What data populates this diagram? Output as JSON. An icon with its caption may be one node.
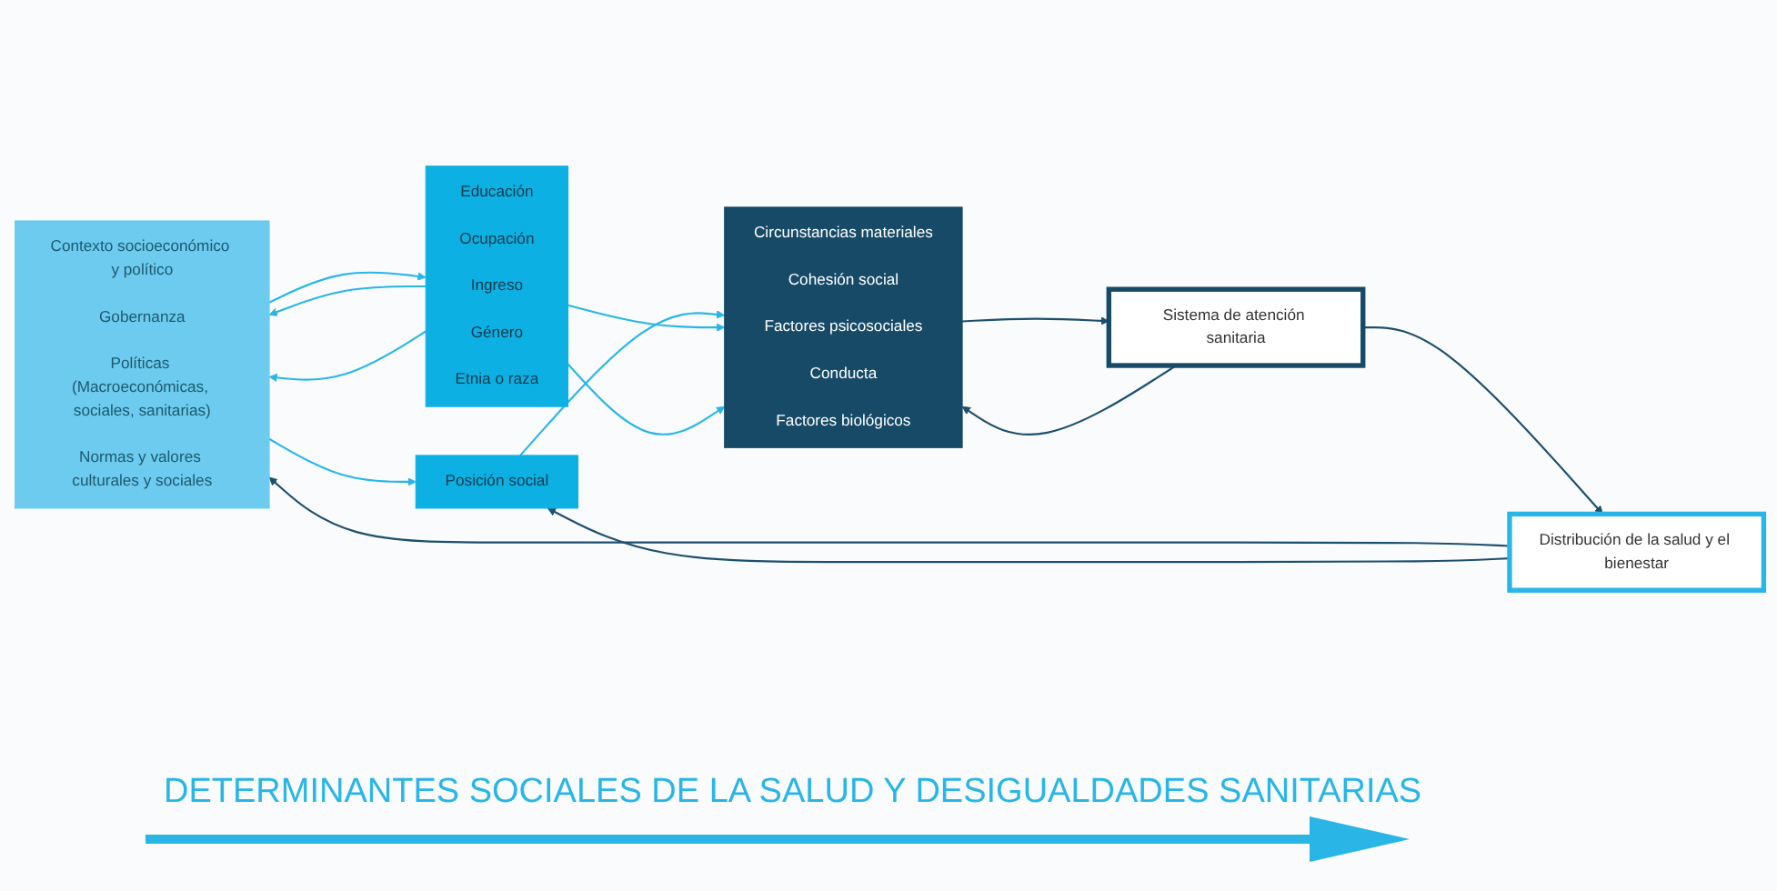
{
  "diagram": {
    "nodes": [
      {
        "text": [
          "Contexto socioeconómico y político",
          "Gobernanza",
          "Políticas (Macroeconómicas, sociales, sanitarias)",
          "Normas y valores culturales y sociales"
        ]
      },
      {
        "text": [
          "Posición social"
        ]
      },
      {
        "text": [
          "Educación",
          "Ocupación",
          "Ingreso",
          "Género",
          "Etnia o raza"
        ]
      },
      {
        "text": [
          "Circunstancias materiales",
          "Cohesión social",
          "Factores psicosociales",
          "Conducta",
          "Factores biológicos"
        ]
      },
      {
        "text": [
          "Sistema de atención sanitaria"
        ]
      },
      {
        "text": [
          "Distribución de la salud y el bienestar"
        ]
      }
    ],
    "edges": [
      {
        "from": 0,
        "to": 1,
        "arrow": "to"
      },
      {
        "from": 2,
        "to": 0,
        "arrow": "to"
      },
      {
        "from": 0,
        "to": 2,
        "arrow": "to"
      },
      {
        "from": 2,
        "to": 0,
        "arrow": "to"
      },
      {
        "from": 1,
        "to": 3,
        "arrow": "to"
      },
      {
        "from": 2,
        "to": 3,
        "arrow": "to"
      },
      {
        "from": 2,
        "to": 3,
        "arrow": "to"
      },
      {
        "from": 3,
        "to": 4,
        "arrow": "to",
        "color": "#1d4f6e"
      },
      {
        "from": 4,
        "to": 3,
        "arrow": "to",
        "color": "#1d4f6e"
      },
      {
        "from": 4,
        "to": 5,
        "arrow": "to",
        "color": "#1d4f6e"
      },
      {
        "from": 5,
        "to": 0,
        "arrow": "to",
        "color": "#1d4f6e"
      },
      {
        "from": 5,
        "to": 1,
        "arrow": "to",
        "color": "#1d4f6e"
      }
    ],
    "labels": [
      "DETERMINANTES SOCIALES DE LA SALUD Y DESIGUALDADES SANITARIAS"
    ]
  }
}
